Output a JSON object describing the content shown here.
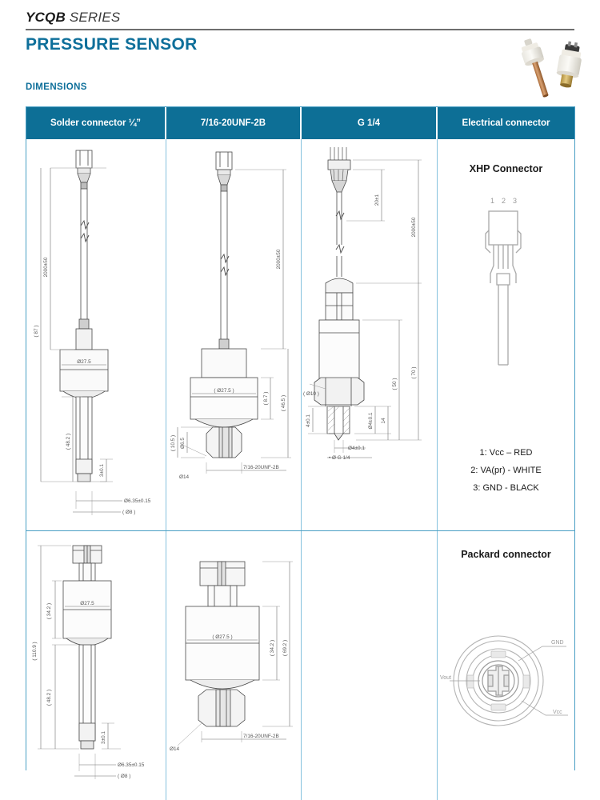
{
  "header": {
    "brand": "YCQB",
    "series_word": "SERIES",
    "title": "PRESSURE SENSOR",
    "section_label": "DIMENSIONS",
    "photo_alt": "pressure-sensor-product-photo"
  },
  "colors": {
    "accent_blue": "#0e6f9a",
    "header_fill": "#0d6f96",
    "table_border": "#4a9fc4",
    "inner_border": "#86c2de",
    "rule_gray": "#6e6e6e",
    "drawing_line": "#4a4a4a"
  },
  "table": {
    "columns": [
      "Solder connector ¼”",
      "7/16-20UNF-2B",
      "G 1/4",
      "Electrical connector"
    ]
  },
  "drawings": {
    "solder_cable": {
      "name": "solder-connector-cable-drawing",
      "dims": [
        "2000±50",
        "Ø27.5",
        "( 87 )",
        "( 48.2 )",
        "3±0.1",
        "Ø6.35±0.15",
        "( Ø8 )"
      ]
    },
    "unf_cable": {
      "name": "unf-connector-cable-drawing",
      "dims": [
        "2000±50",
        "( Ø27.5 )",
        "( 46.5 )",
        "( 8.7 )",
        "( 10.5 )",
        "Ø6.5",
        "7/16-20UNF-2B",
        "Ø14"
      ]
    },
    "g14_cable": {
      "name": "g14-connector-cable-drawing",
      "dims": [
        "2000±50",
        "20±1",
        "( 70 )",
        "( 50 )",
        "( Ø10 )",
        "4±0.1",
        "Ø4±0.1",
        "14",
        "ØG 1/4"
      ]
    },
    "solder_short": {
      "name": "solder-connector-short-drawing",
      "dims": [
        "( 110.9 )",
        "( 34.2 )",
        "( 48.2 )",
        "Ø27.5",
        "3±0.1",
        "Ø6.35±0.15",
        "( Ø8 )"
      ]
    },
    "unf_short": {
      "name": "unf-connector-short-drawing",
      "dims": [
        "( Ø27.5 )",
        "( 34.2 )",
        "( 69.2 )",
        "7/16-20UNF-2B",
        "Ø14"
      ]
    }
  },
  "electrical": {
    "xhp": {
      "title": "XHP Connector",
      "pin_numbers": [
        "1",
        "2",
        "3"
      ],
      "pins": [
        "1: Vcc – RED",
        "2: VA(pr) - WHITE",
        "3: GND  - BLACK"
      ]
    },
    "packard": {
      "title": "Packard connector",
      "labels": [
        "GND",
        "Vout",
        "Vcc"
      ]
    }
  }
}
